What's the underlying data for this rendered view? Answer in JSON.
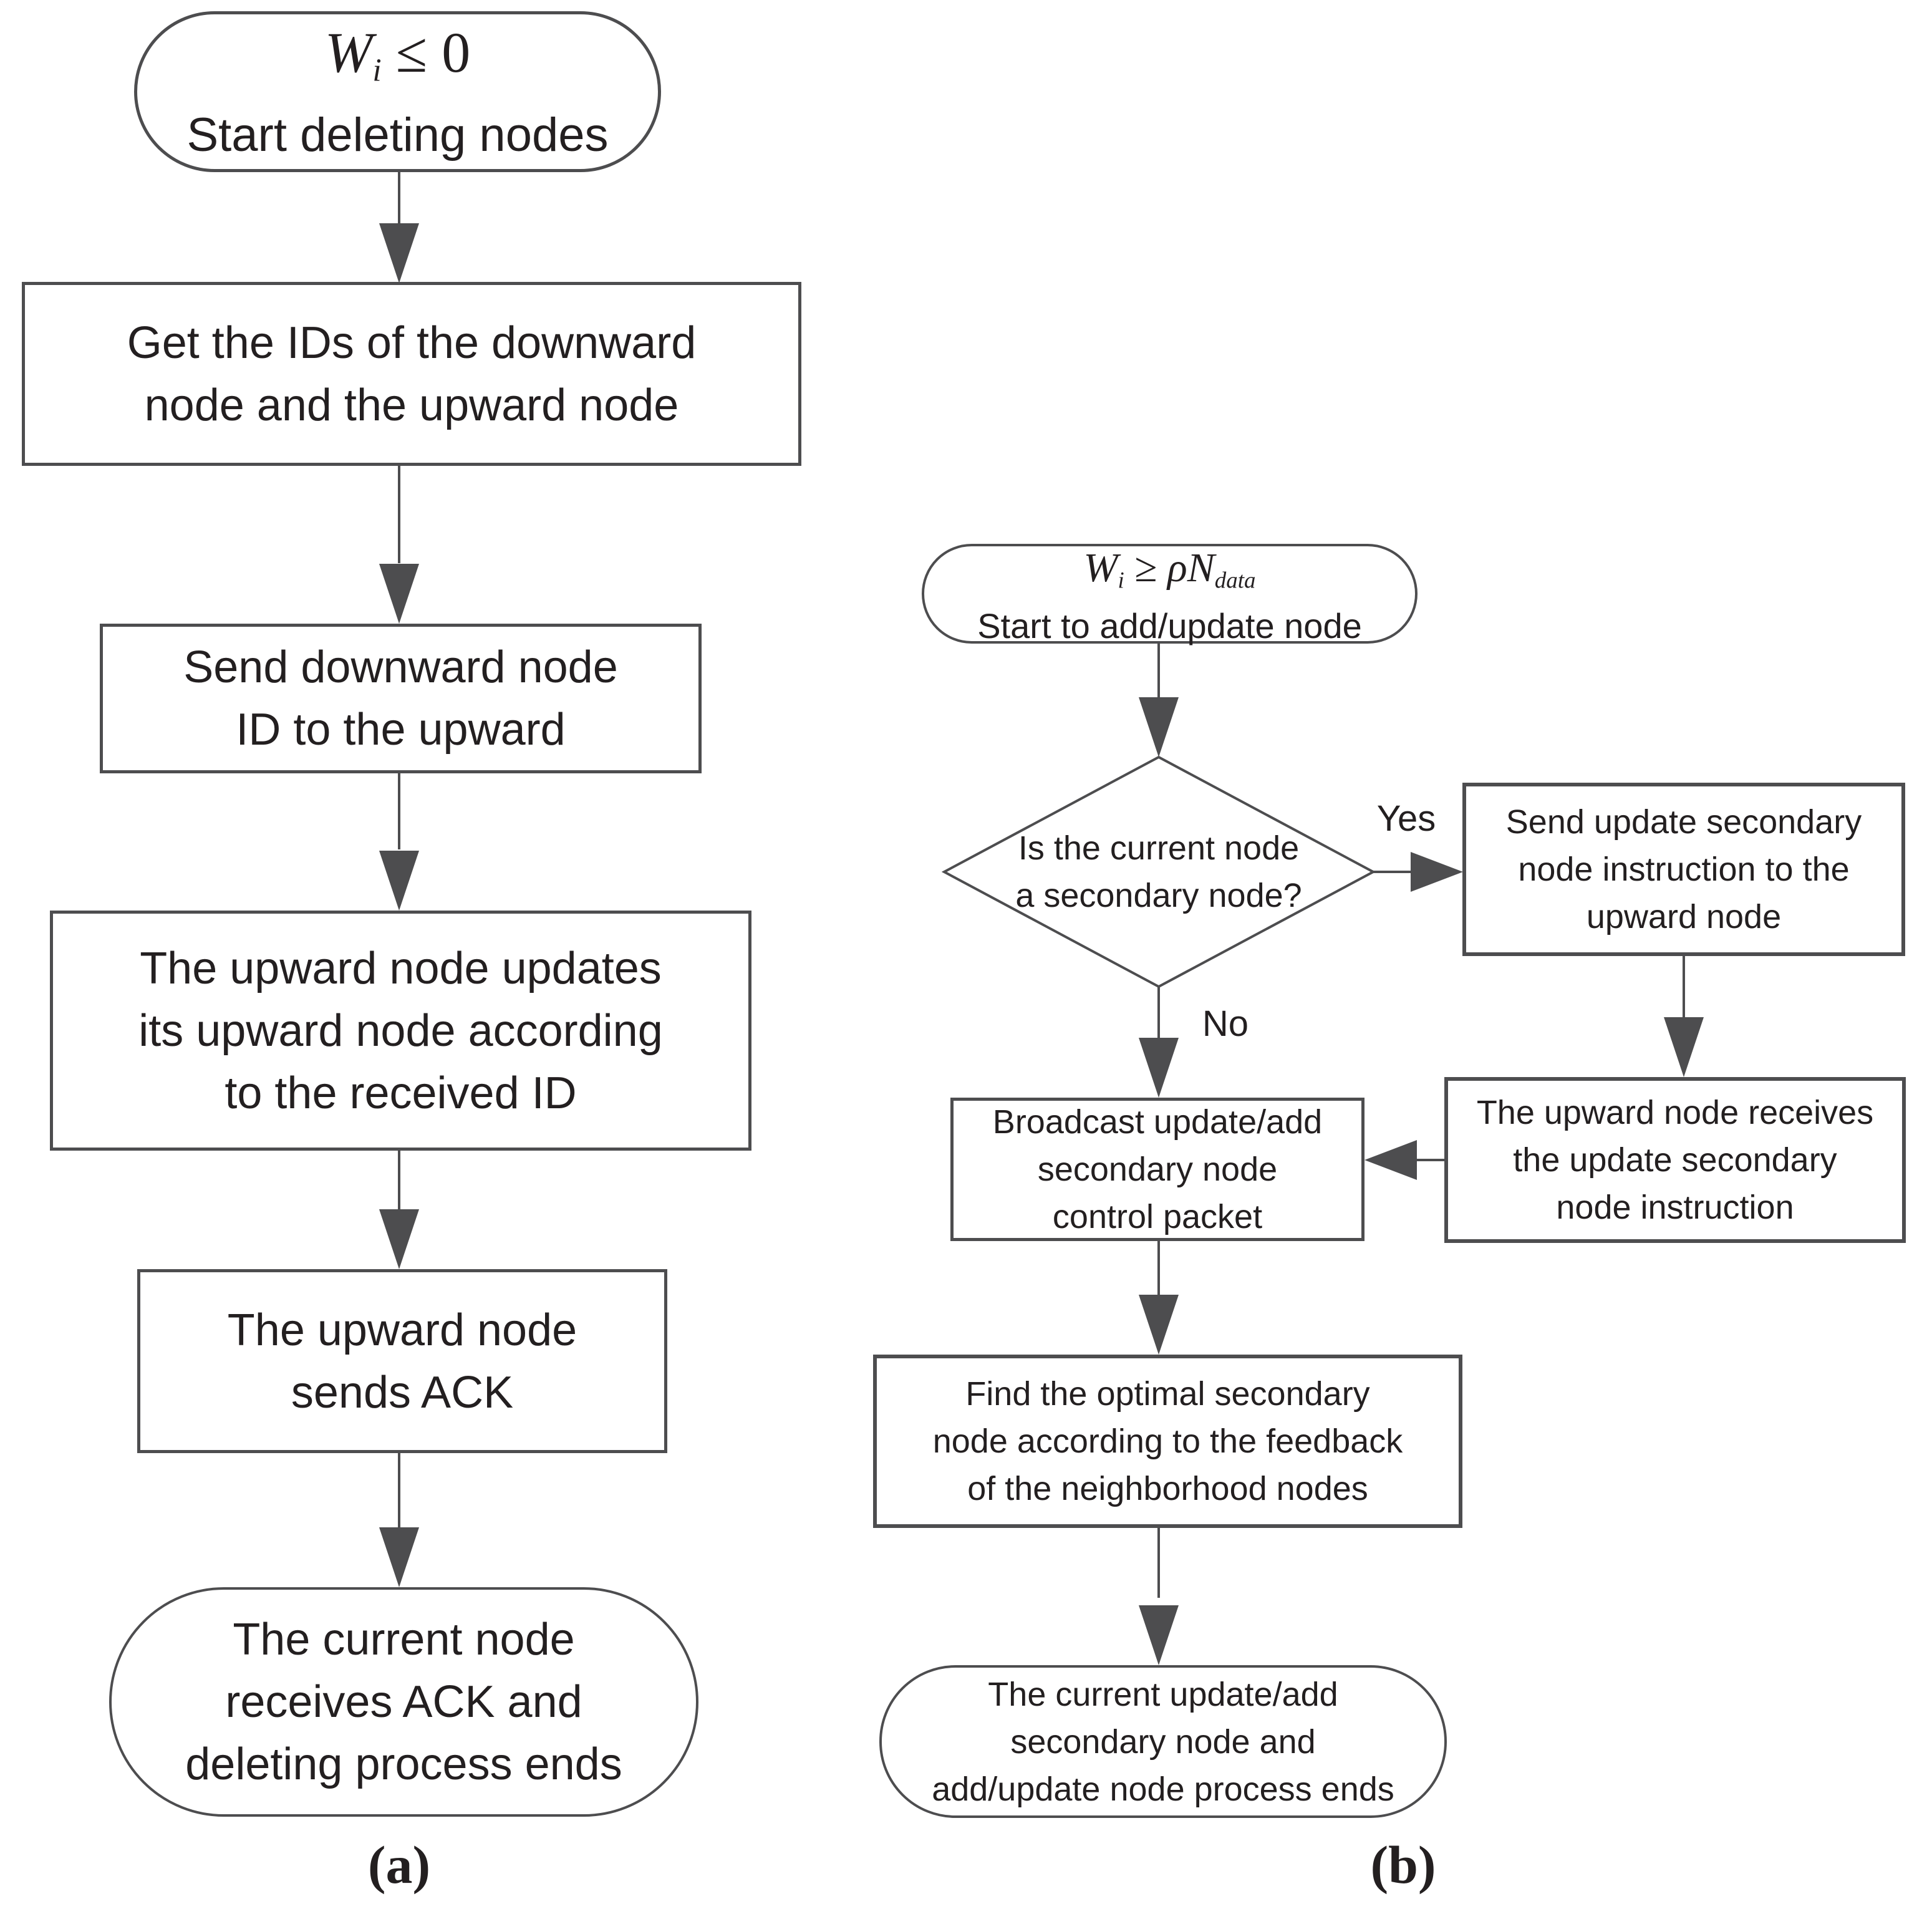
{
  "colors": {
    "stroke": "#4d4d4f",
    "text": "#231f20",
    "background": "#ffffff"
  },
  "flow_a": {
    "start": {
      "formula": {
        "var": "W",
        "sub": "i",
        "rest": " ≤ 0"
      },
      "caption": "Start deleting nodes"
    },
    "box_get_ids": {
      "line1": "Get the IDs of the downward",
      "line2": "node and the upward node"
    },
    "box_send_id": {
      "line1": "Send downward node",
      "line2": "ID to the upward"
    },
    "box_update": {
      "line1": "The upward node updates",
      "line2": "its upward node according",
      "line3": "to the received ID"
    },
    "box_ack": {
      "line1": "The upward node",
      "line2": "sends ACK"
    },
    "end": {
      "line1": "The current node",
      "line2": "receives ACK and",
      "line3": "deleting process ends"
    },
    "label": "(a)"
  },
  "flow_b": {
    "start": {
      "formula": {
        "var": "W",
        "sub": "i",
        "op": " ≥ ",
        "rho": "ρN",
        "rho_sub": "data"
      },
      "caption": "Start to add/update node"
    },
    "decision": {
      "line1": "Is the current node",
      "line2": "a secondary node?"
    },
    "yes_label": "Yes",
    "no_label": "No",
    "box_send_instruction": {
      "line1": "Send update secondary",
      "line2": "node instruction to the",
      "line3": "upward node"
    },
    "box_receive_instruction": {
      "line1": "The upward node receives",
      "line2": "the update secondary",
      "line3": "node instruction"
    },
    "box_broadcast": {
      "line1": "Broadcast update/add",
      "line2": "secondary node",
      "line3": "control packet"
    },
    "box_find_optimal": {
      "line1": "Find the optimal secondary",
      "line2": "node according to the feedback",
      "line3": "of the neighborhood nodes"
    },
    "end": {
      "line1": "The current update/add",
      "line2": "secondary node and",
      "line3": "add/update node process ends"
    },
    "label": "(b)"
  }
}
